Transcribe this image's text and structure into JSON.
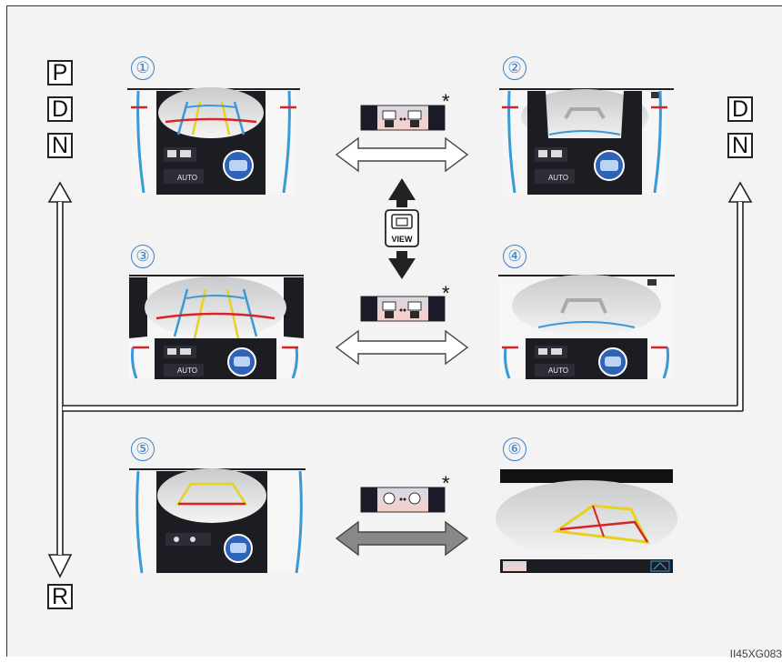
{
  "gears": {
    "left_top": [
      "P",
      "D",
      "N"
    ],
    "right_top": [
      "D",
      "N"
    ],
    "left_bottom": "R"
  },
  "views": [
    {
      "number": "①"
    },
    {
      "number": "②"
    },
    {
      "number": "③"
    },
    {
      "number": "④"
    },
    {
      "number": "⑤"
    },
    {
      "number": "⑥"
    }
  ],
  "view_button_label": "VIEW",
  "asterisk": "*",
  "screen_labels": {
    "auto": "AUTO"
  },
  "colors": {
    "accent": "#3d7fc4",
    "guide_red": "#d4262a",
    "guide_yellow": "#e8d020",
    "guide_blue": "#3a9ad8",
    "arrow_dark": "#777777"
  },
  "figure_code": "II45XG083"
}
